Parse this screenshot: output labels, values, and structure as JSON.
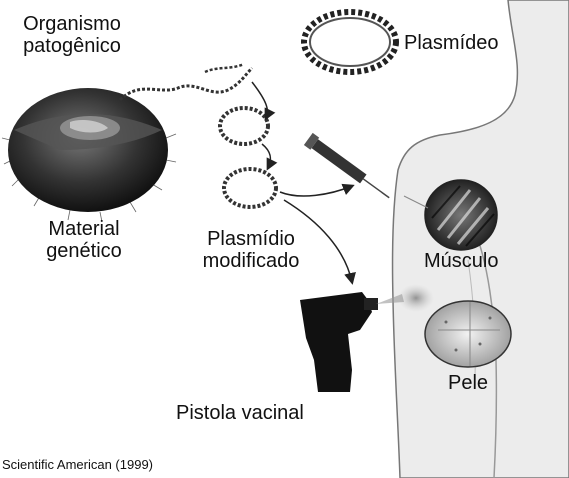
{
  "labels": {
    "organism_line1": "Organismo",
    "organism_line2": "patogênico",
    "genetic_line1": "Material",
    "genetic_line2": "genético",
    "plasmid": "Plasmídeo",
    "modified_line1": "Plasmídio",
    "modified_line2": "modificado",
    "muscle": "Músculo",
    "skin": "Pele",
    "gun": "Pistola vacinal",
    "credit": "Scientific American (1999)"
  }
}
